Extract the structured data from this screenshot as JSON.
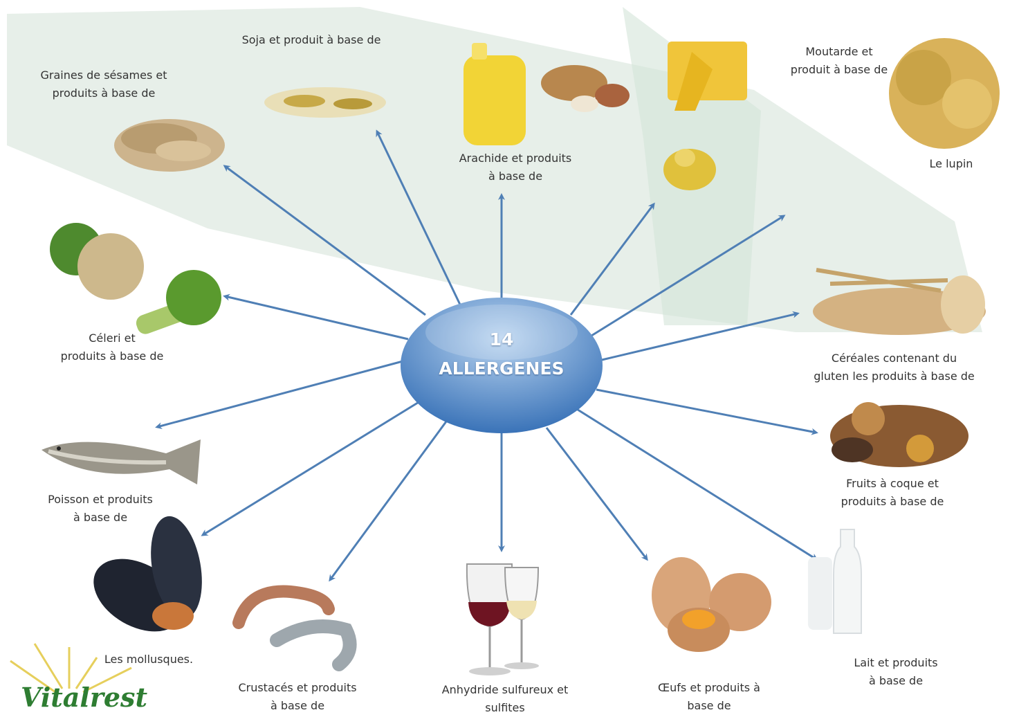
{
  "center": {
    "line1": "14",
    "line2": "ALLERGENES"
  },
  "allergens": [
    {
      "id": "sesame",
      "label": "Graines de sésames et\nproduits à base de",
      "icon": "sesame-seeds-icon"
    },
    {
      "id": "soja",
      "label": "Soja et produit à base de",
      "icon": "soybean-icon"
    },
    {
      "id": "arachide",
      "label": "Arachide et produits\nà base de",
      "icon": "peanut-oil-icon"
    },
    {
      "id": "moutarde",
      "label": "Moutarde et\nproduit à base de",
      "icon": "mustard-icon"
    },
    {
      "id": "lupin",
      "label": "Le lupin",
      "icon": "lupin-seeds-icon"
    },
    {
      "id": "cereales",
      "label": "Céréales contenant du\ngluten les produits à base de",
      "icon": "wheat-bread-icon"
    },
    {
      "id": "fruits",
      "label": "Fruits à coque et\nproduits à base de",
      "icon": "nuts-icon"
    },
    {
      "id": "lait",
      "label": "Lait et produits\nà base de",
      "icon": "milk-bottle-icon"
    },
    {
      "id": "oeufs",
      "label": "Œufs et produits à\nbase de",
      "icon": "eggs-icon"
    },
    {
      "id": "sulfites",
      "label": "Anhydride sulfureux et\nsulfites",
      "icon": "wine-glasses-icon"
    },
    {
      "id": "crustaces",
      "label": "Crustacés et produits\nà base de",
      "icon": "shrimp-icon"
    },
    {
      "id": "mollusques",
      "label": "Les mollusques.",
      "icon": "mussels-icon"
    },
    {
      "id": "poisson",
      "label": "Poisson et produits\nà base de",
      "icon": "fish-icon"
    },
    {
      "id": "celeri",
      "label": "Céleri et\nproduits à base de",
      "icon": "celery-icon"
    }
  ],
  "logo": {
    "text": "Vitalrest"
  },
  "colors": {
    "arrow": "#4f7fb5",
    "ellipse_top": "#a9c8ea",
    "ellipse_bottom": "#3a73b8",
    "banner": "#dfe9e2"
  }
}
